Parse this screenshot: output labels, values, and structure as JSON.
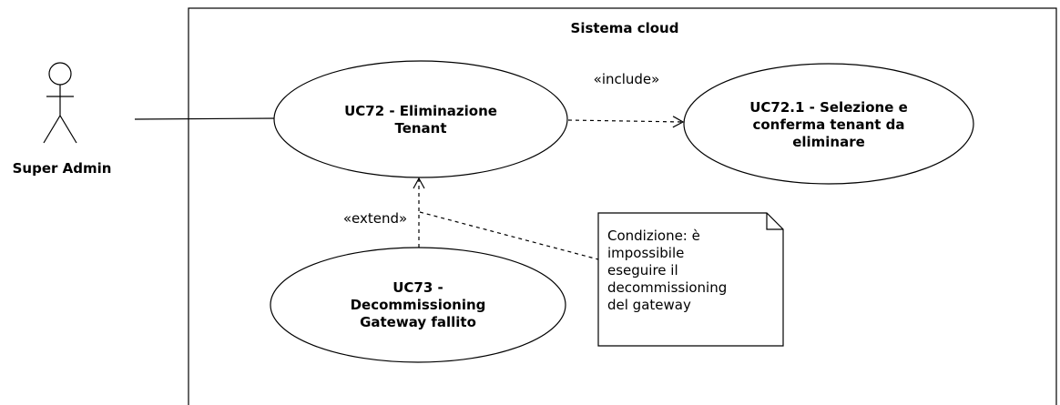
{
  "system": {
    "title": "Sistema cloud"
  },
  "actor": {
    "name": "Super Admin"
  },
  "use_cases": {
    "uc72": {
      "line1": "UC72 - Eliminazione",
      "line2": "Tenant"
    },
    "uc72_1": {
      "line1": "UC72.1 - Selezione e",
      "line2": "conferma tenant da",
      "line3": "eliminare"
    },
    "uc73": {
      "line1": "UC73 -",
      "line2": "Decommissioning",
      "line3": "Gateway fallito"
    }
  },
  "relations": {
    "include_label": "«include»",
    "extend_label": "«extend»"
  },
  "note": {
    "line1": "Condizione: è",
    "line2": "impossibile",
    "line3": "eseguire il",
    "line4": "decommissioning",
    "line5": "del gateway"
  },
  "colors": {
    "stroke": "#000000",
    "background": "#ffffff"
  }
}
